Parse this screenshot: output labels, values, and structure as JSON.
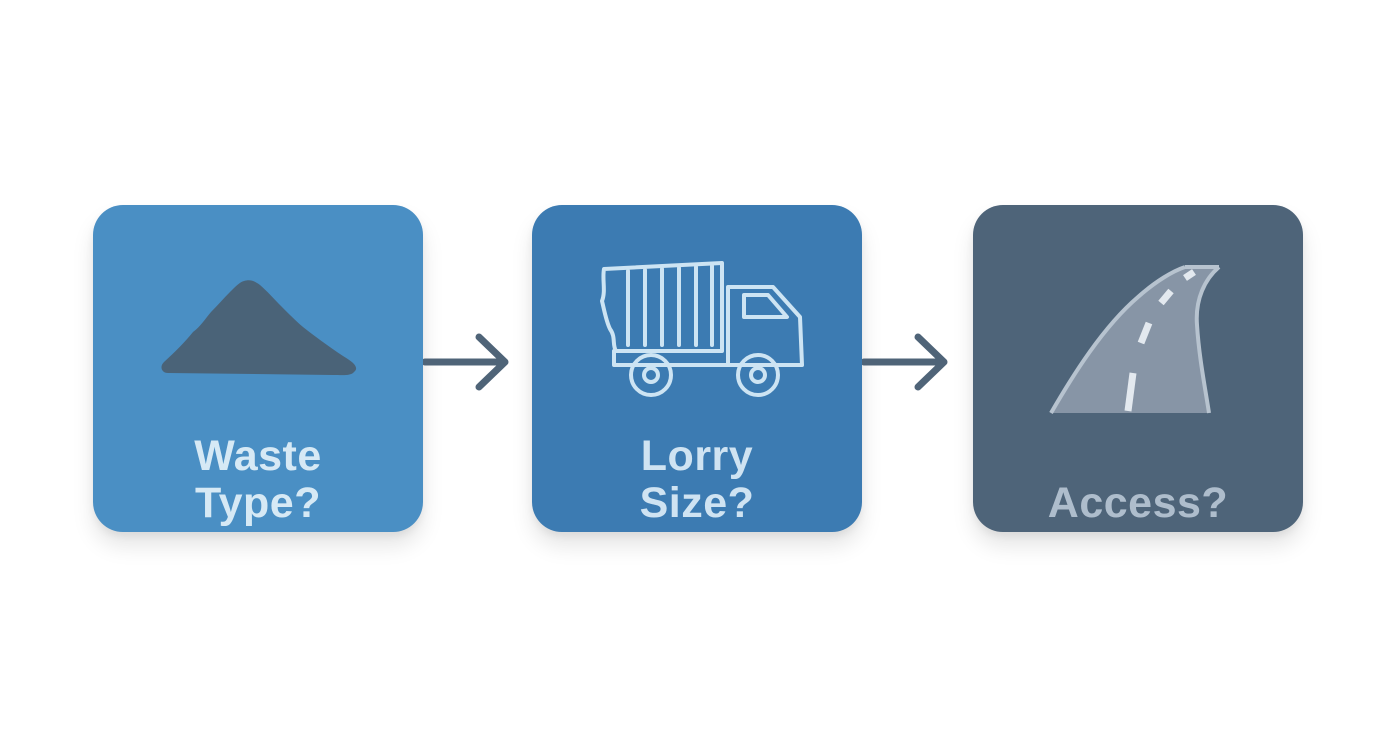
{
  "colors": {
    "background": "#ffffff",
    "card_1": "#4a8fc4",
    "card_2": "#3c7bb2",
    "card_3": "#4e6479",
    "card_1_text": "#d6e9f5",
    "card_2_text": "#cfe3f2",
    "card_3_text": "#aebdcc",
    "icon_dark": "#4a6378",
    "icon_light": "#cde4f3",
    "road": "#8795a6",
    "road_edge": "#b7c3cf",
    "arrow": "#4f6478"
  },
  "steps": [
    {
      "label_line_1": "Waste",
      "label_line_2": "Type?",
      "icon": "waste-pile-icon"
    },
    {
      "label_line_1": "Lorry",
      "label_line_2": "Size?",
      "icon": "lorry-icon"
    },
    {
      "label_line_1": "",
      "label_line_2": "Access?",
      "icon": "road-icon"
    }
  ],
  "connectors": [
    {
      "icon": "arrow-right-icon"
    },
    {
      "icon": "arrow-right-icon"
    }
  ]
}
